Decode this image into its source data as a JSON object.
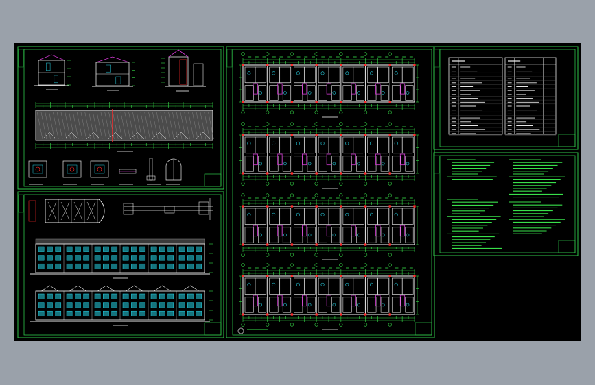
{
  "app": {
    "title": "",
    "background_color": "#9aa1aa",
    "canvas_color": "#000000"
  },
  "colors": {
    "frame": "#2fc64a",
    "frame_inner": "#1e8f35",
    "wall": "#e8e8e8",
    "axis_red": "#ff2a2a",
    "dim_green": "#38e04a",
    "text_white": "#ffffff",
    "facade_cyan": "#27d3e6",
    "roof_magenta": "#d63ad6",
    "hatch_grey": "#8b8b8b"
  },
  "drawing_sheets": [
    {
      "name": "elevations-and-details",
      "panels": [
        "side-elevations",
        "roof-plan",
        "node-details"
      ]
    },
    {
      "name": "plans-and-facades",
      "panels": [
        "site-outline",
        "section-strip",
        "rear-facade",
        "front-facade"
      ]
    },
    {
      "name": "floor-plans",
      "panels": [
        "plan-1",
        "plan-2",
        "plan-3",
        "plan-4"
      ]
    },
    {
      "name": "drawing-index",
      "panels": [
        "index-table-left",
        "index-table-right"
      ]
    },
    {
      "name": "design-notes",
      "panels": [
        "notes-left",
        "notes-right"
      ]
    }
  ]
}
